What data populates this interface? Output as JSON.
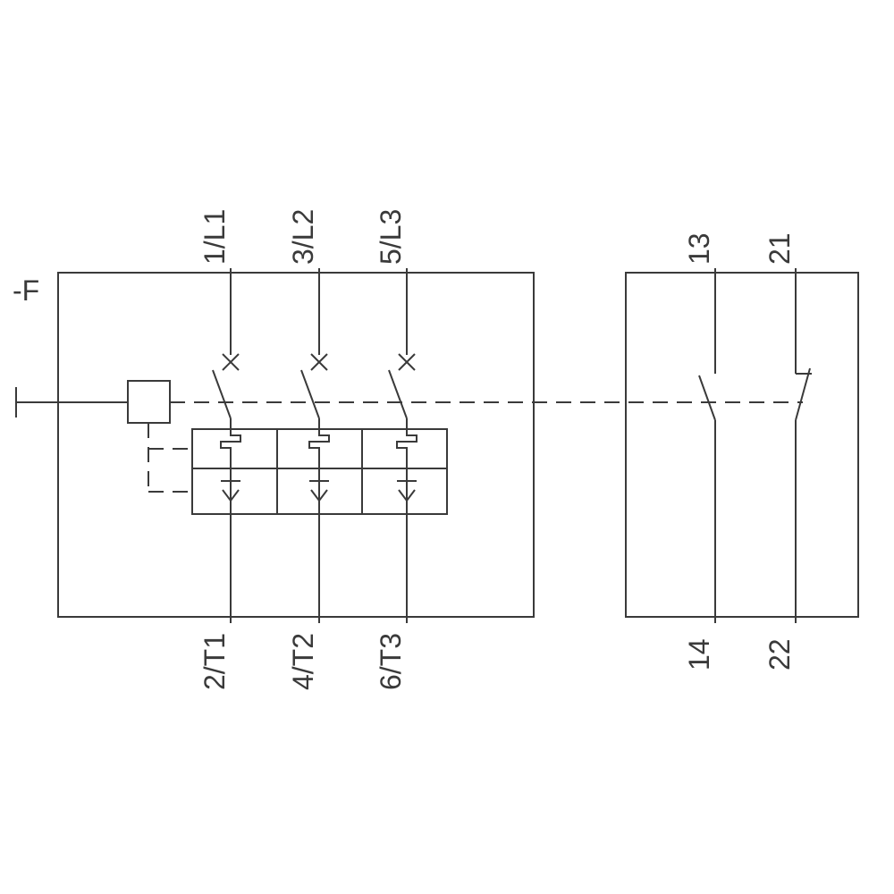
{
  "diagram": {
    "type": "electrical-schematic-motor-starter-protector",
    "device_label": "-F",
    "main_block": {
      "description": "3-pole circuit breaker with thermal and magnetic overload releases",
      "top_terminals": [
        "1/L1",
        "3/L2",
        "5/L3"
      ],
      "bottom_terminals": [
        "2/T1",
        "4/T2",
        "6/T3"
      ]
    },
    "aux_block": {
      "description": "auxiliary contacts: NO (13-14) and NC (21-22)",
      "top_terminals": [
        "13",
        "21"
      ],
      "bottom_terminals": [
        "14",
        "22"
      ]
    },
    "colors": {
      "line": "#3a3a3a",
      "background": "#ffffff"
    }
  }
}
